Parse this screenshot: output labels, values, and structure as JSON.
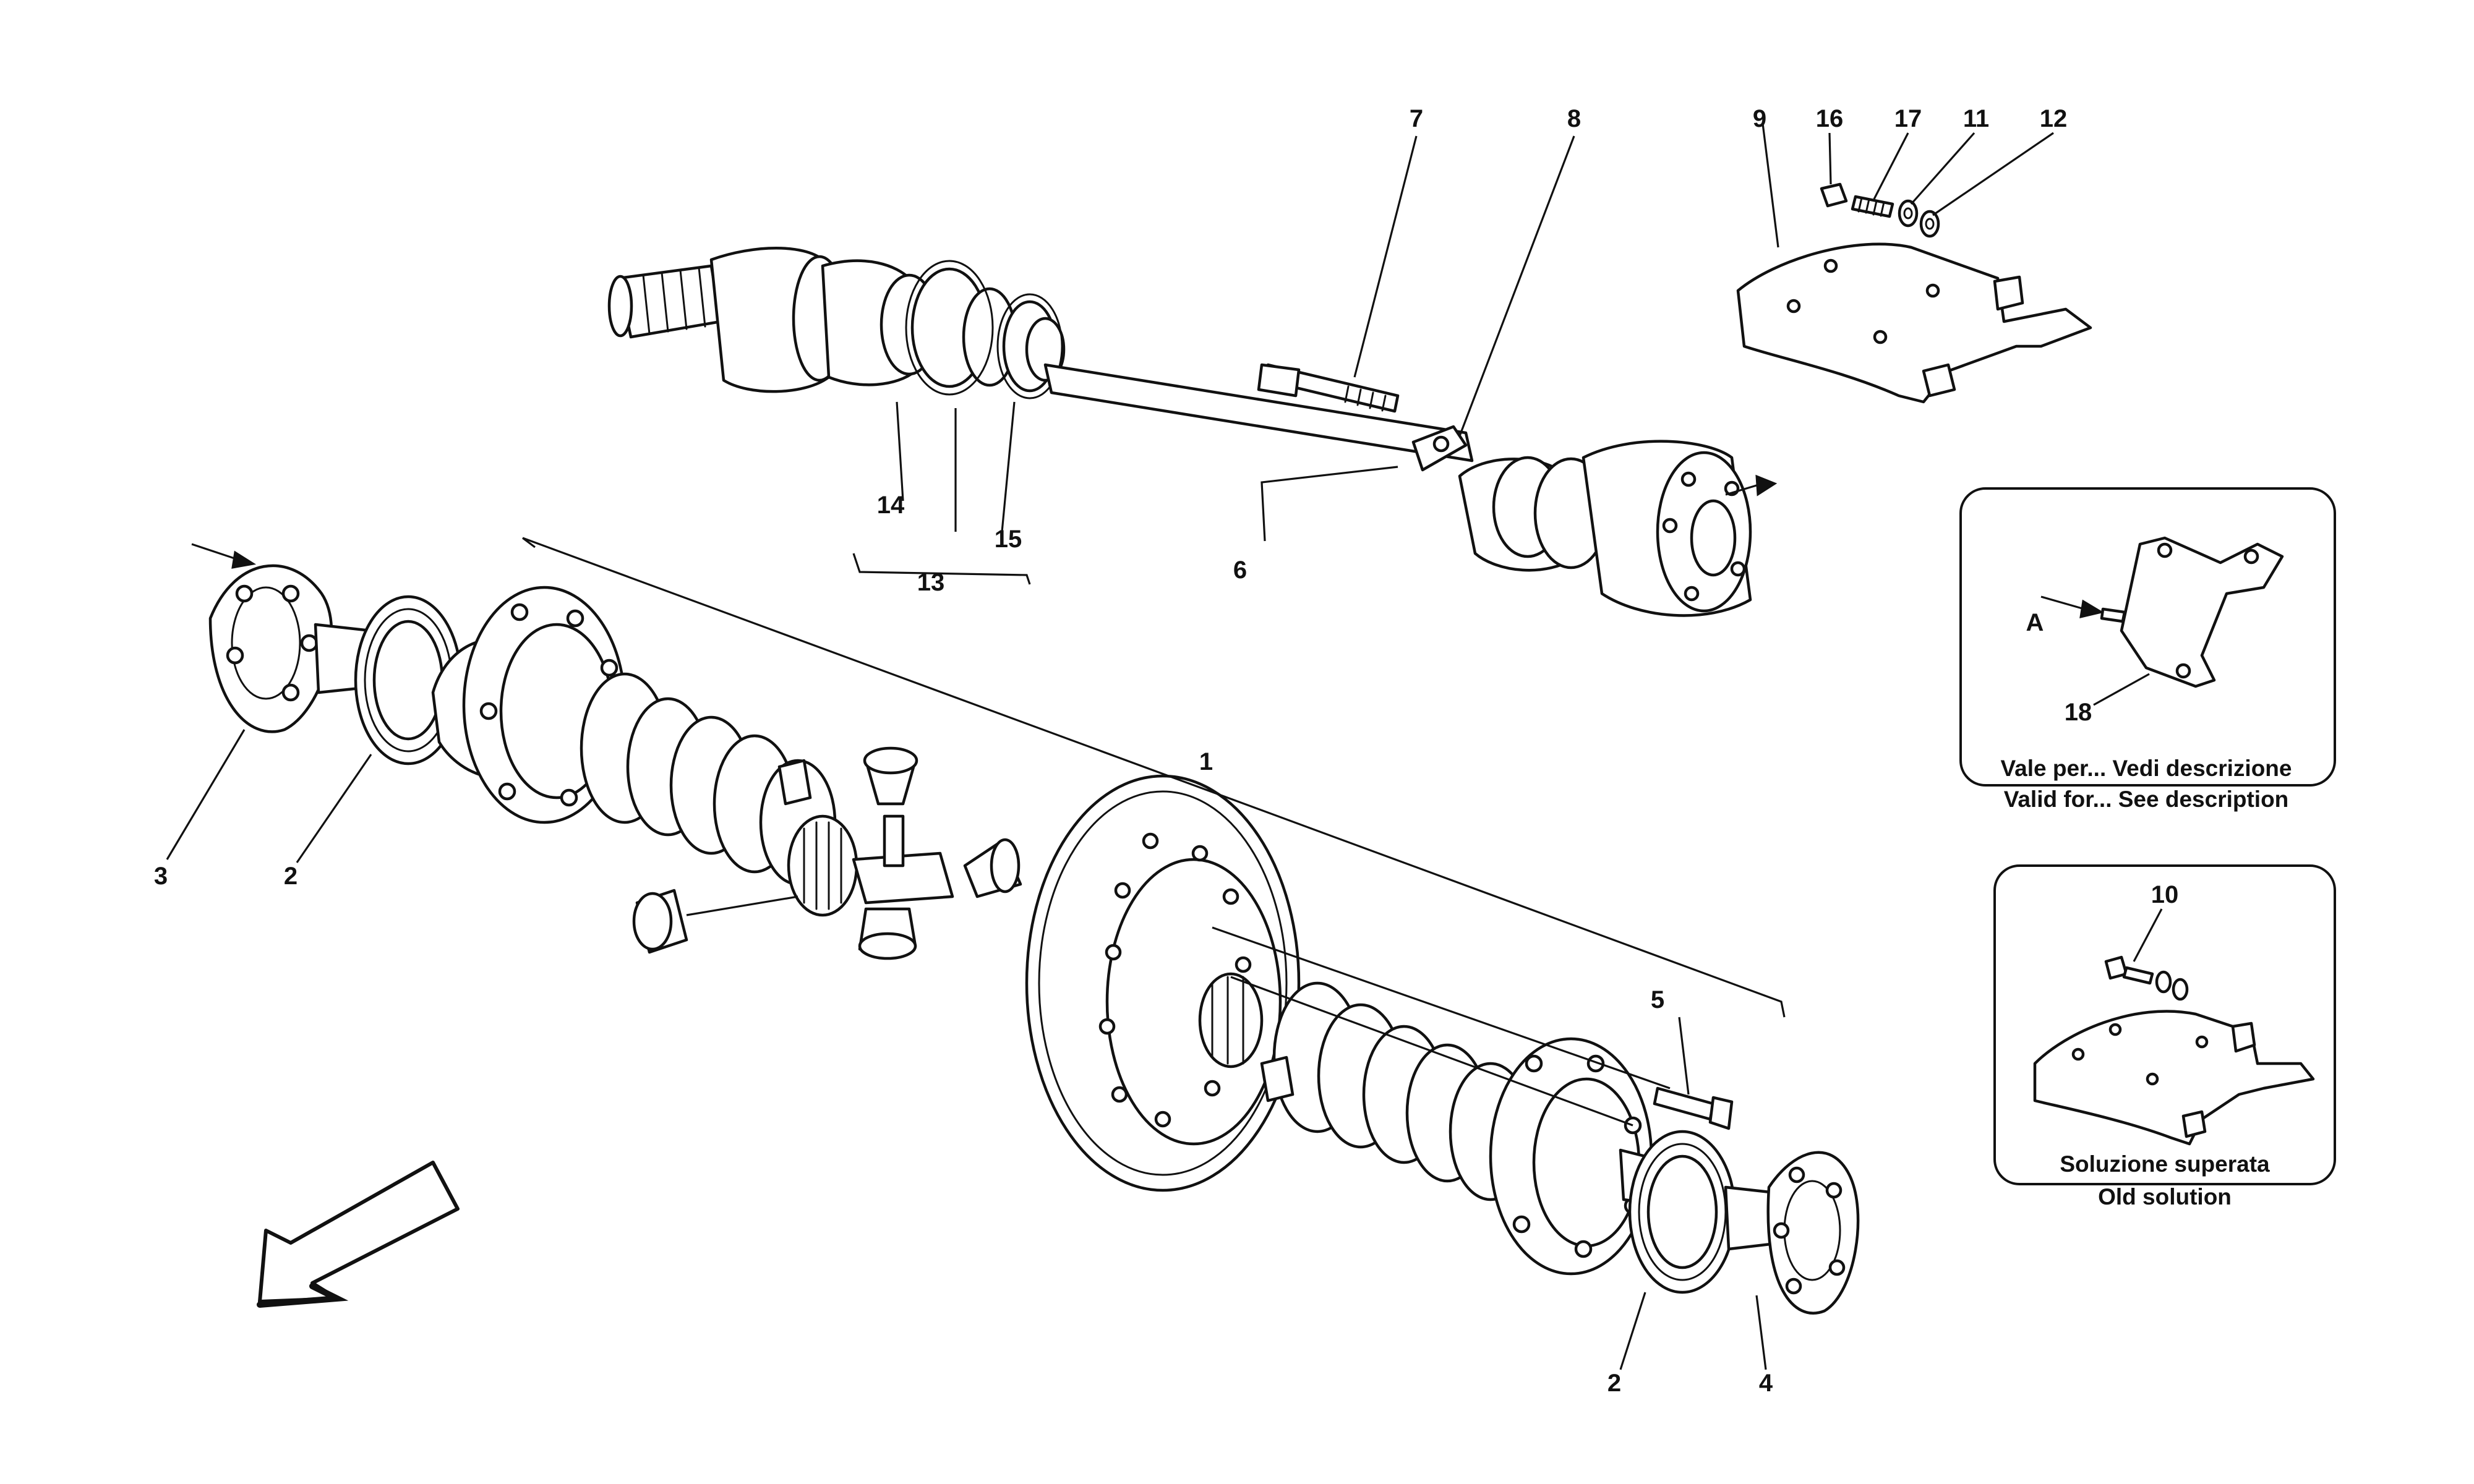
{
  "callouts": {
    "c1": "1",
    "c2a": "2",
    "c2b": "2",
    "c3": "3",
    "c4": "4",
    "c5": "5",
    "c6": "6",
    "c7": "7",
    "c8": "8",
    "c9": "9",
    "c10": "10",
    "c11": "11",
    "c12": "12",
    "c13": "13",
    "c14": "14",
    "c15": "15",
    "c16": "16",
    "c17": "17",
    "c18": "18"
  },
  "insets": {
    "valid_for": {
      "view_letter": "A",
      "line1": "Vale per... Vedi descrizione",
      "line2": "Valid for... See description"
    },
    "old_solution": {
      "line1": "Soluzione superata",
      "line2": "Old solution"
    }
  },
  "colors": {
    "ink": "#111111",
    "paper": "#ffffff"
  },
  "icons": {
    "direction_arrow": "hollow-arrow-down-left"
  }
}
